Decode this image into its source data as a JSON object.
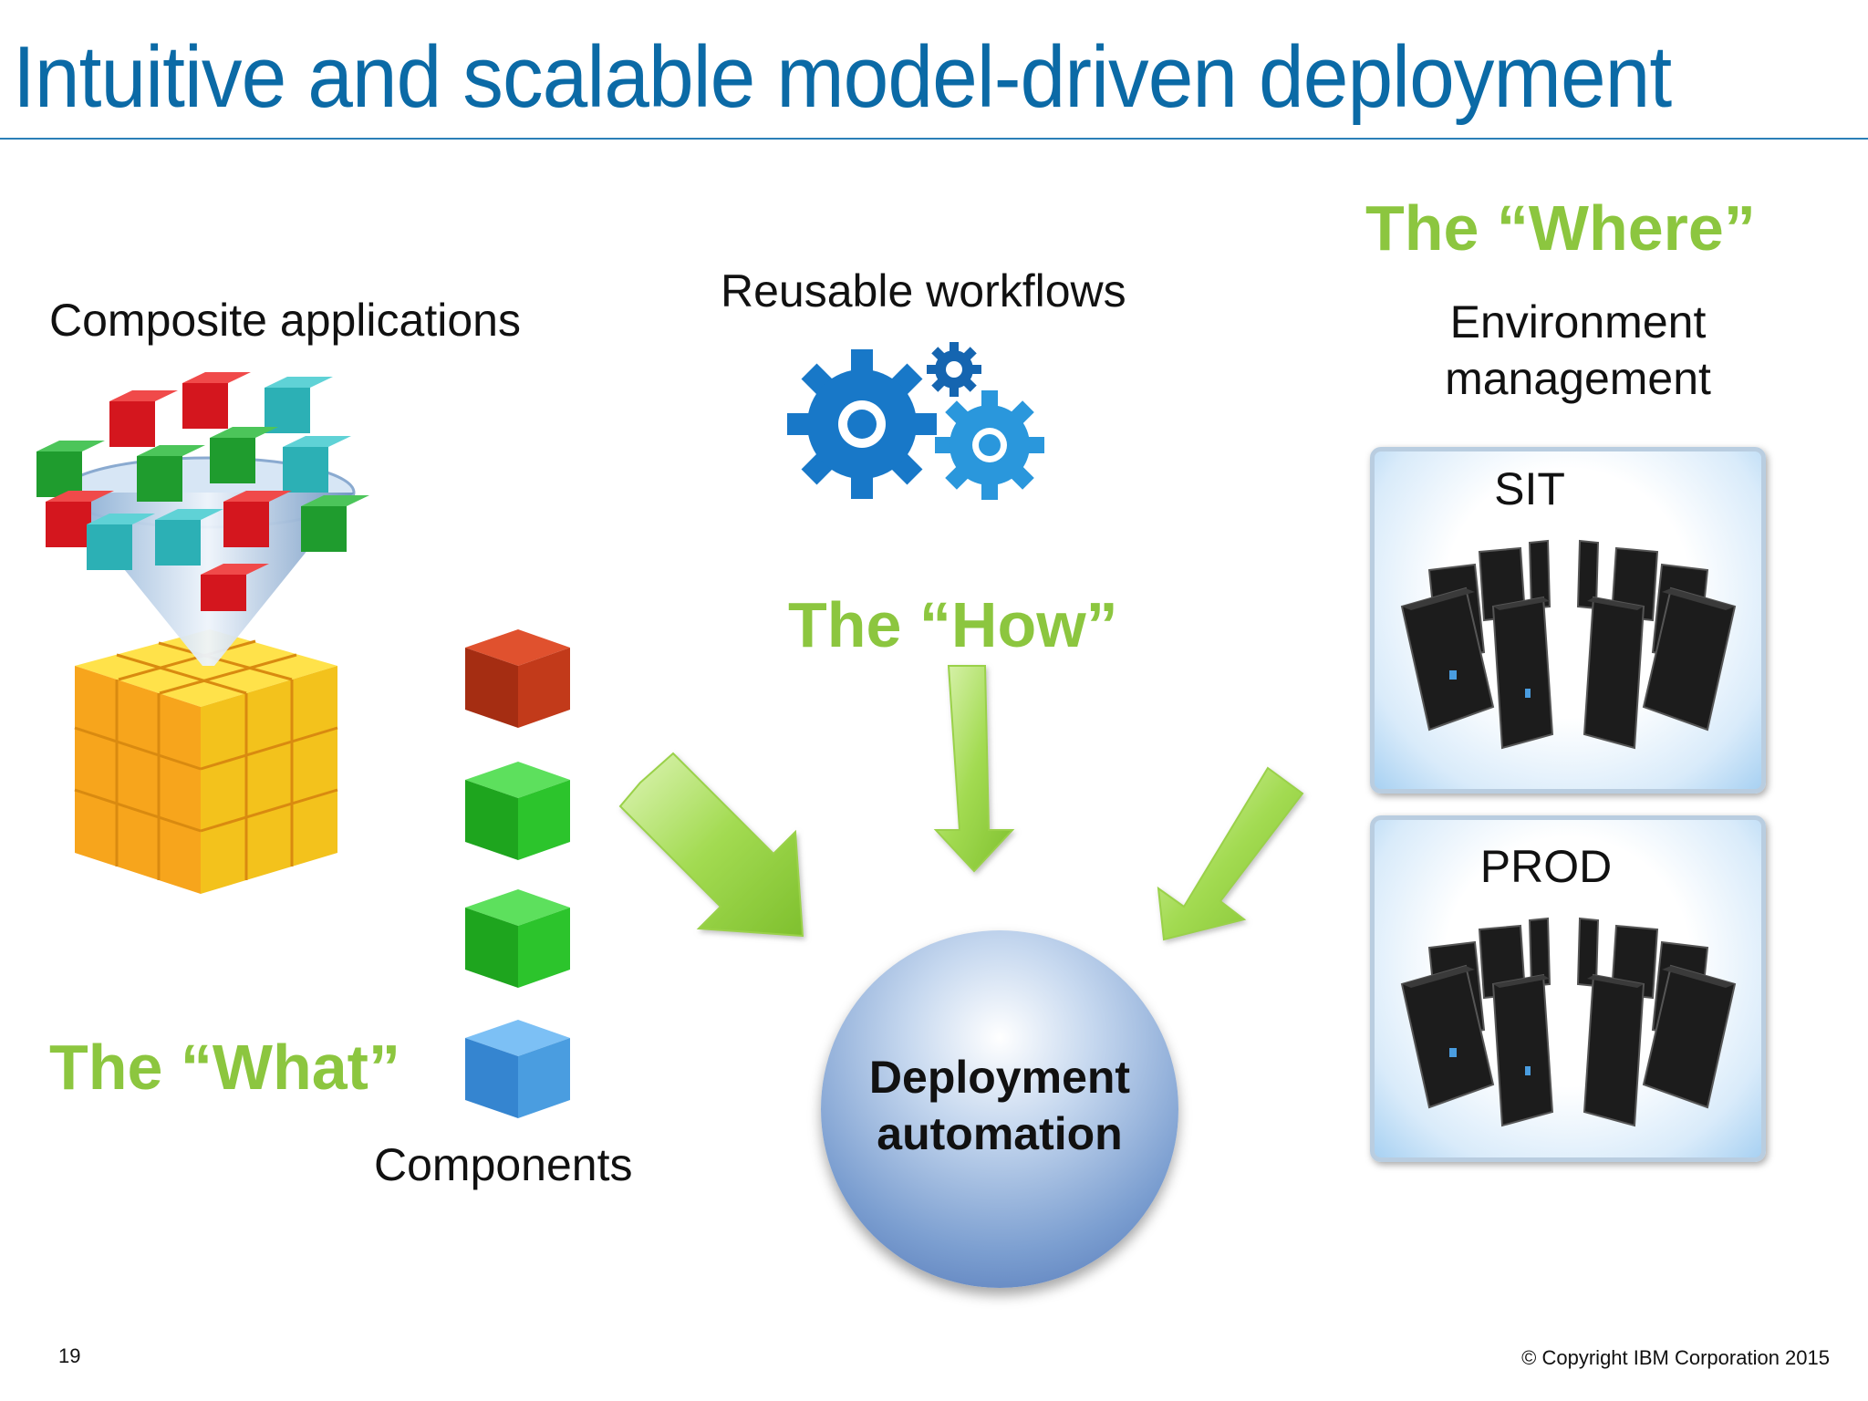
{
  "slide": {
    "title": "Intuitive and scalable model-driven deployment",
    "page_number": "19",
    "copyright": "© Copyright IBM Corporation 2015"
  },
  "left": {
    "composite_label": "Composite applications",
    "what_label": "The “What”",
    "components_label": "Components"
  },
  "center": {
    "workflows_label": "Reusable workflows",
    "how_label": "The “How”",
    "hub_line1": "Deployment",
    "hub_line2": "automation"
  },
  "right": {
    "where_label": "The “Where”",
    "env_line1": "Environment",
    "env_line2": "management",
    "environments": [
      {
        "name": "SIT"
      },
      {
        "name": "PROD"
      }
    ]
  },
  "colors": {
    "title_blue": "#0b6aa6",
    "accent_green": "#8cc63f",
    "gear_blue": "#1878c8",
    "component_red": "#b8361a",
    "component_green": "#2fbf2f",
    "component_blue": "#4a9de0"
  },
  "icons": [
    "funnel-cubes-icon",
    "gears-icon",
    "server-rack-icon",
    "arrow-icon"
  ]
}
